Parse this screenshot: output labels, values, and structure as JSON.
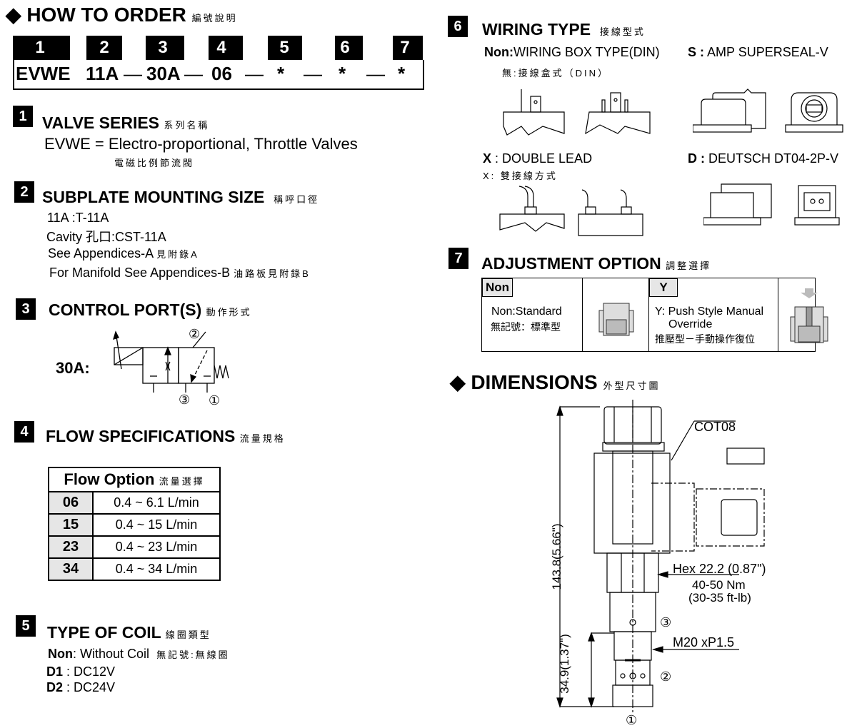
{
  "how_to_order": {
    "title": "HOW TO  ORDER",
    "title_cn": "編號說明",
    "positions": [
      "1",
      "2",
      "3",
      "4",
      "5",
      "6",
      "7"
    ],
    "code": {
      "series": "EVWE",
      "size": "11A",
      "control": "30A",
      "flow": "06",
      "coil": "*",
      "wiring": "*",
      "adjust": "*",
      "sep": "—"
    }
  },
  "s1": {
    "num": "1",
    "title": "VALVE SERIES",
    "title_cn": "系列名稱",
    "text": "EVWE = Electro-proportional, Throttle Valves",
    "text_cn": "電磁比例節流閥"
  },
  "s2": {
    "num": "2",
    "title": "SUBPLATE MOUNTING SIZE",
    "title_cn": "稱呼口徑",
    "lines": [
      "11A :T-11A",
      "Cavity 孔口:CST-11A",
      "See Appendices-A",
      "For Manifold See Appendices-B"
    ],
    "lines_cn": [
      "見附錄A",
      "油路板見附錄B"
    ]
  },
  "s3": {
    "num": "3",
    "title": "CONTROL PORT(S)",
    "title_cn": "動作形式",
    "label": "30A:",
    "ports": [
      "②",
      "③",
      "①"
    ]
  },
  "s4": {
    "num": "4",
    "title": "FLOW SPECIFICATIONS",
    "title_cn": "流量規格",
    "table_title": "Flow Option",
    "table_title_cn": "流量選擇",
    "rows": [
      {
        "code": "06",
        "range": "0.4 ~ 6.1 L/min"
      },
      {
        "code": "15",
        "range": "0.4 ~ 15 L/min"
      },
      {
        "code": "23",
        "range": "0.4 ~ 23 L/min"
      },
      {
        "code": "34",
        "range": "0.4 ~ 34 L/min"
      }
    ]
  },
  "s5": {
    "num": "5",
    "title": "TYPE OF COIL",
    "title_cn": "線圈類型",
    "items": [
      {
        "code": "Non",
        "text": ": Without Coil",
        "cn": "無記號:無線圈"
      },
      {
        "code": "D1",
        "text": " : DC12V"
      },
      {
        "code": "D2",
        "text": " : DC24V"
      }
    ]
  },
  "s6": {
    "num": "6",
    "title": "WIRING TYPE",
    "title_cn": "接線型式",
    "non": {
      "code": "Non:",
      "text": "WIRING BOX TYPE(DIN)",
      "cn": "無:接線盒式（DIN）"
    },
    "s": {
      "code": "S :",
      "text": " AMP SUPERSEAL-V"
    },
    "x": {
      "code": "X",
      "text": " : DOUBLE LEAD",
      "cn": "X: 雙接線方式"
    },
    "d": {
      "code": "D :",
      "text": " DEUTSCH DT04-2P-V"
    }
  },
  "s7": {
    "num": "7",
    "title": "ADJUSTMENT OPTION",
    "title_cn": "調整選擇",
    "non": {
      "tag": "Non",
      "text": "Non:Standard",
      "cn": "無記號：標準型"
    },
    "y": {
      "tag": "Y",
      "text": "Y: Push Style Manual",
      "text2": "Override",
      "cn": "推壓型－手動操作復位"
    }
  },
  "dimensions": {
    "title": "DIMENSIONS",
    "title_cn": "外型尺寸圖",
    "coil": "COT08",
    "hex": "Hex 22.2 (0.87\")",
    "torque": "40-50 Nm",
    "torque_ft": "(30-35 ft-lb)",
    "thread": "M20 xP1.5",
    "overall": "143.8(5.66\")",
    "lower": "34.9(1.37\")",
    "ports": [
      "③",
      "②",
      "①"
    ]
  }
}
